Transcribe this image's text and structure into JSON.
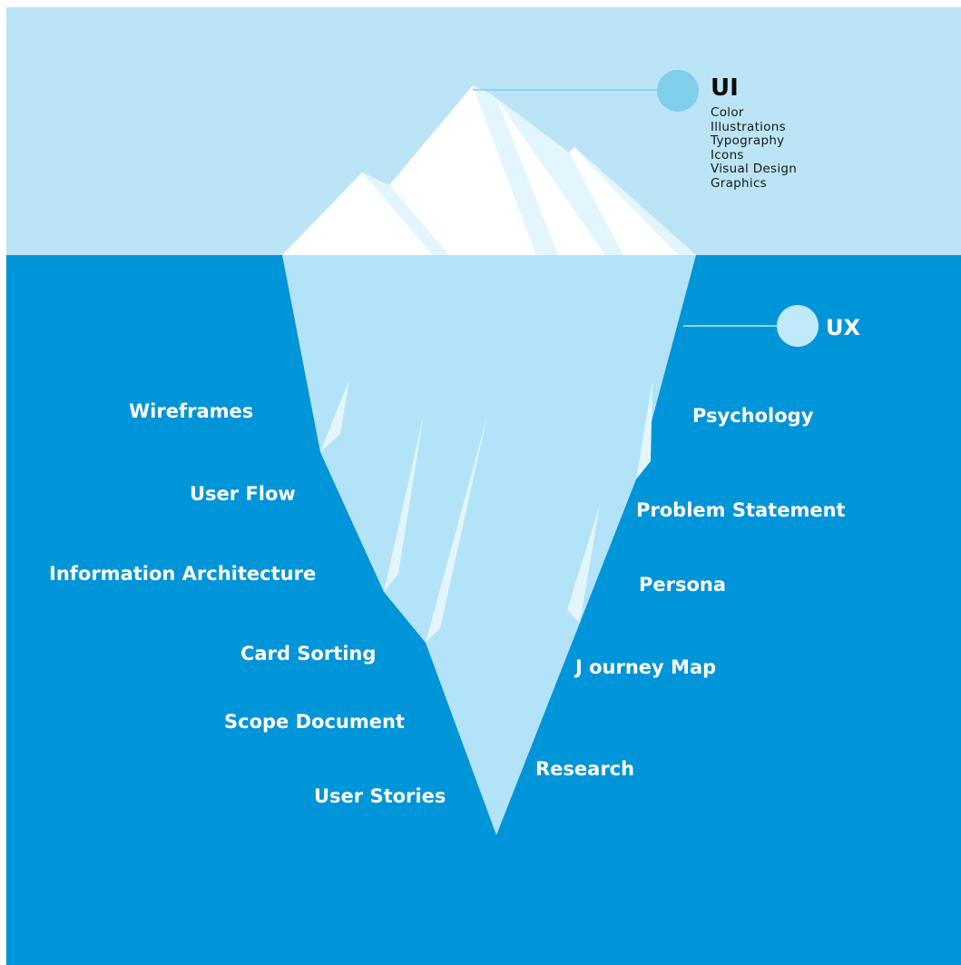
{
  "colors": {
    "sky": "#bbe5f6",
    "sea": "#0094d8",
    "ice_top": "#ffffff",
    "ice_top_shade": "#e3f5fd",
    "ice_under": "#b3e3f8",
    "ice_highlight": "#e3f6fd",
    "ui_circle": "#7fcfea",
    "ux_circle": "#bfeafb",
    "connector": "#7fcfea"
  },
  "ui": {
    "title": "UI",
    "items": [
      "Color",
      "Illustrations",
      "Typography",
      "Icons",
      "Visual Design",
      "Graphics"
    ]
  },
  "ux": {
    "title": "UX",
    "left_items": [
      "Wireframes",
      "User Flow",
      "Information Architecture",
      "Card Sorting",
      "Scope Document",
      "User Stories"
    ],
    "right_items": [
      "Psychology",
      "Problem Statement",
      "Persona",
      "J ourney Map",
      "Research"
    ]
  }
}
